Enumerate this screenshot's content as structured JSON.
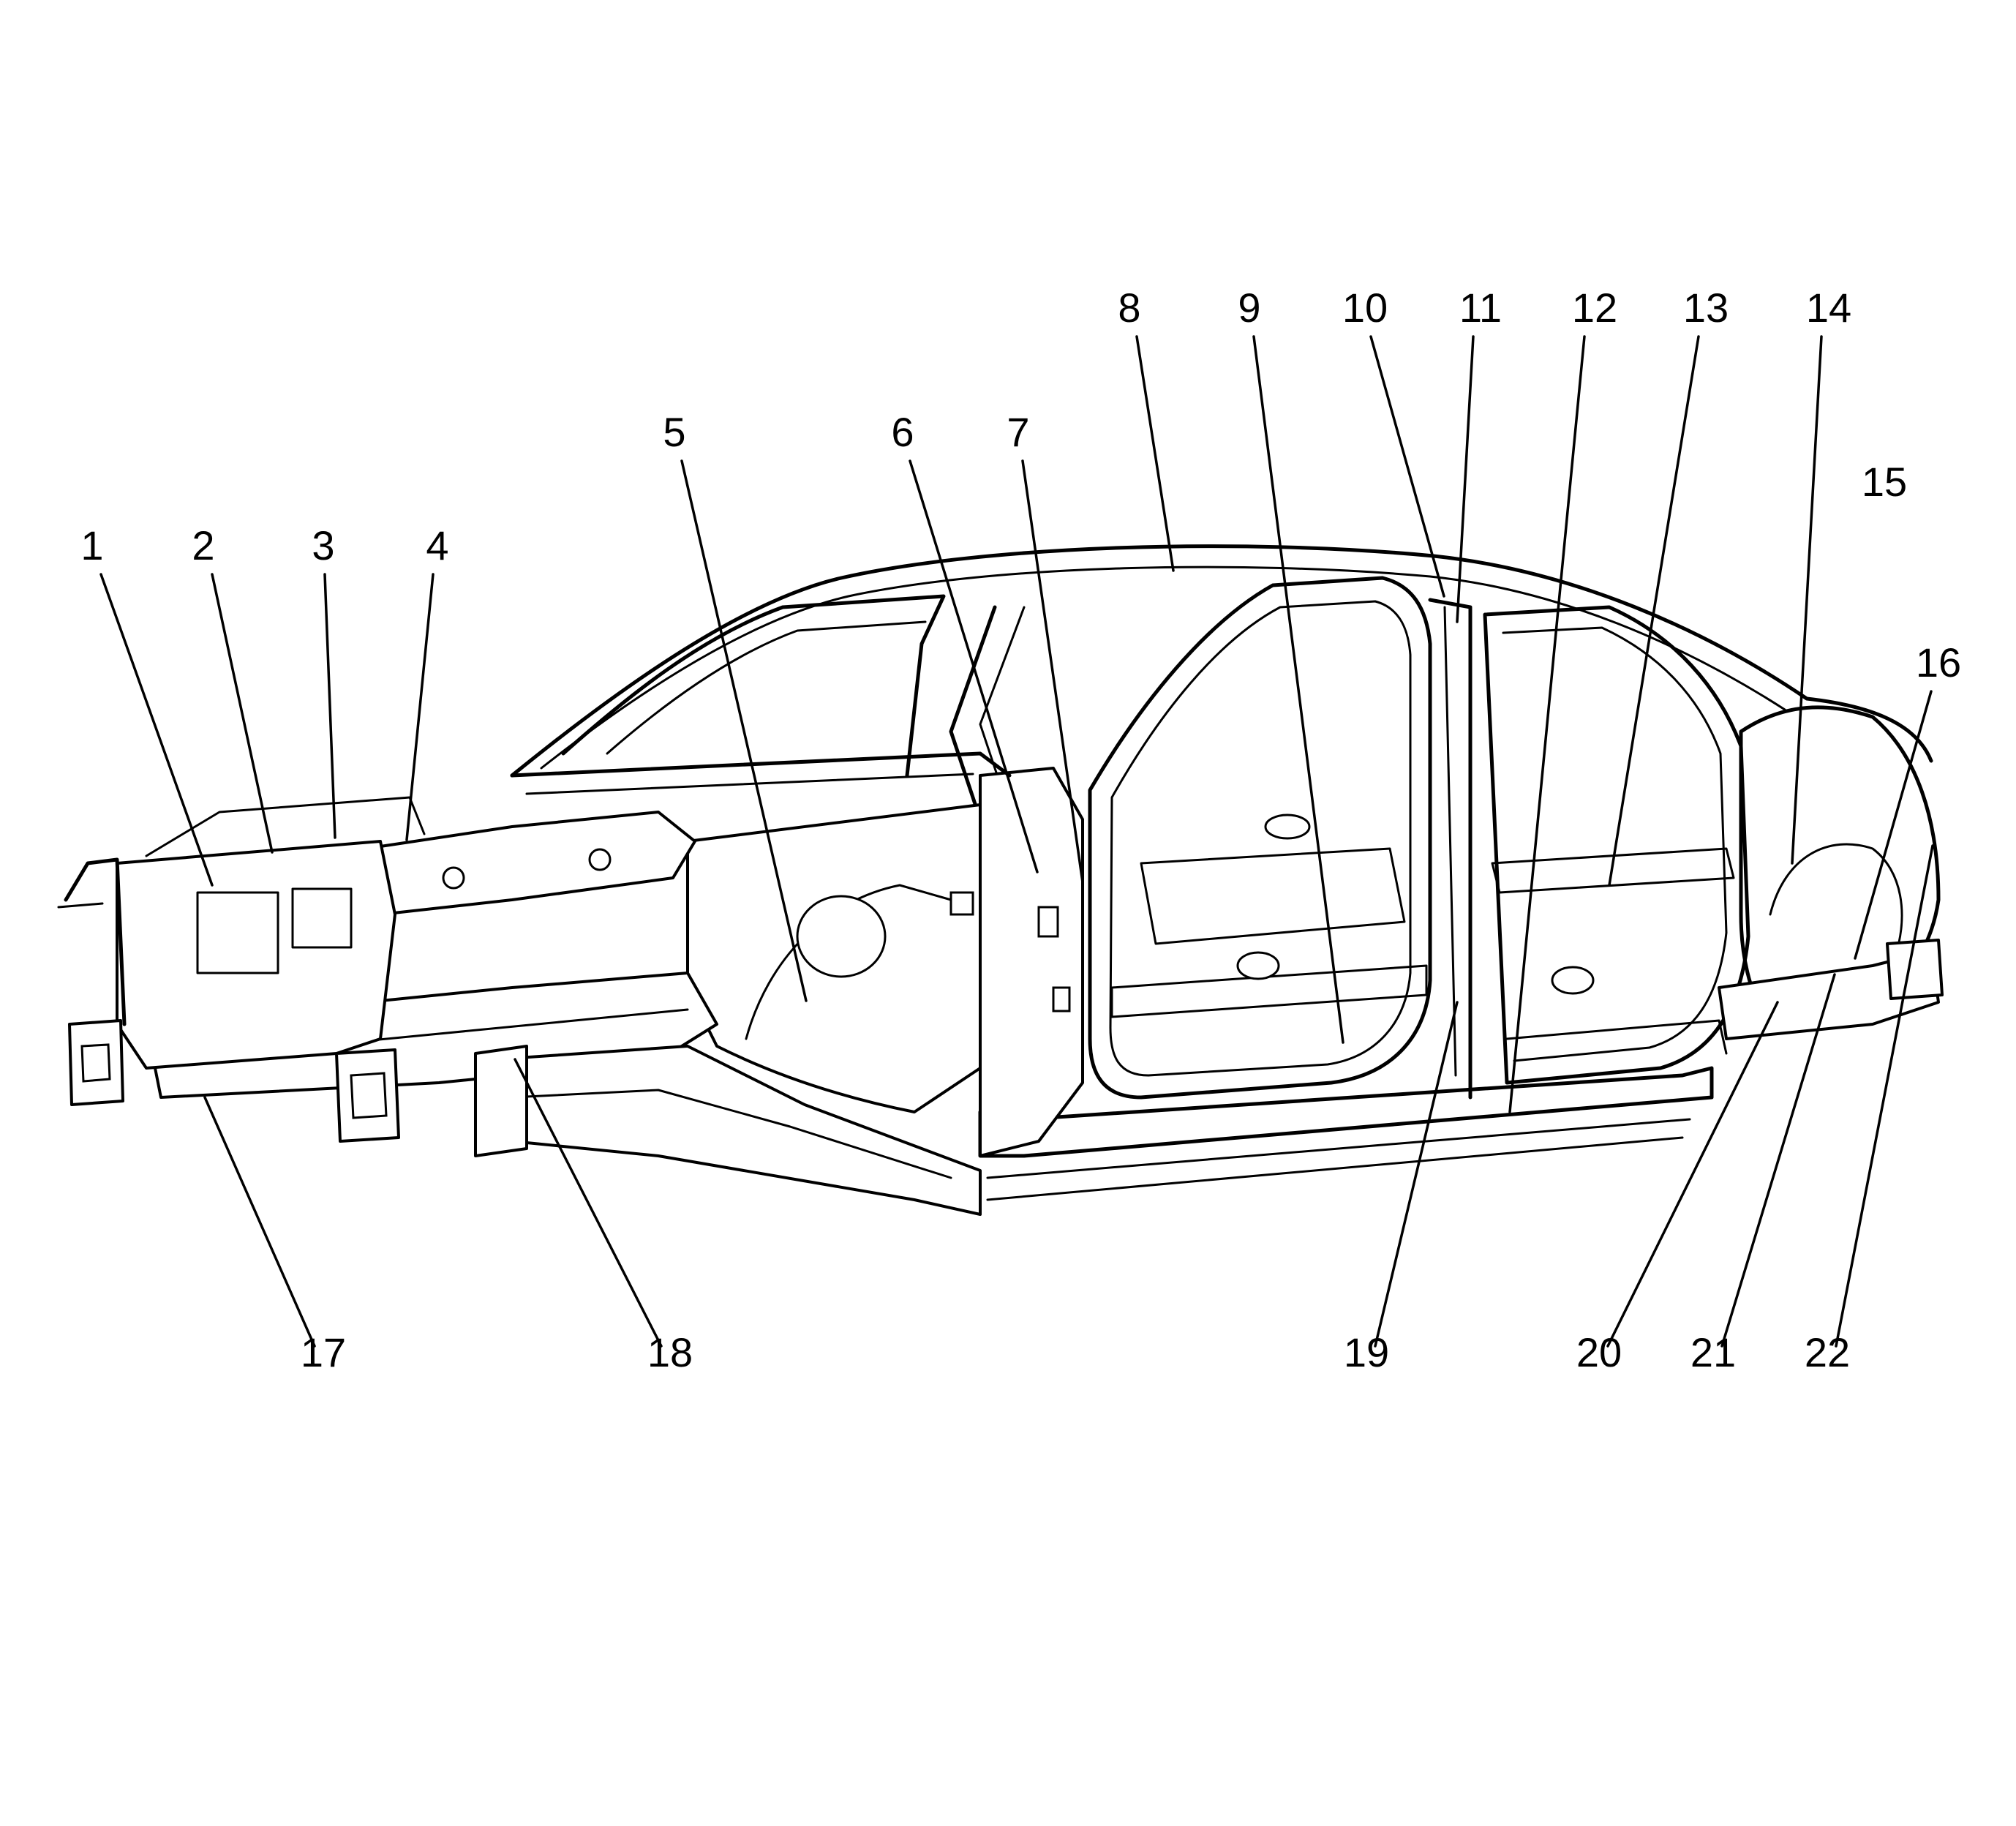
{
  "figure": {
    "callouts": [
      {
        "label": "1"
      },
      {
        "label": "2"
      },
      {
        "label": "3"
      },
      {
        "label": "4"
      },
      {
        "label": "5"
      },
      {
        "label": "6"
      },
      {
        "label": "7"
      },
      {
        "label": "8"
      },
      {
        "label": "9"
      },
      {
        "label": "10"
      },
      {
        "label": "11"
      },
      {
        "label": "12"
      },
      {
        "label": "13"
      },
      {
        "label": "14"
      },
      {
        "label": "15"
      },
      {
        "label": "16"
      },
      {
        "label": "17"
      },
      {
        "label": "18"
      },
      {
        "label": "19"
      },
      {
        "label": "20"
      },
      {
        "label": "21"
      },
      {
        "label": "22"
      }
    ],
    "colors": {
      "line": "#000000",
      "background": "#ffffff"
    }
  }
}
